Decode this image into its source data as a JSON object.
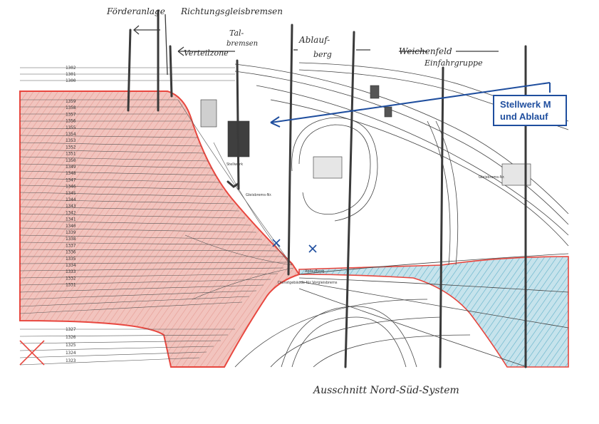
{
  "annotations": {
    "foerderanlage": "Förderanlage",
    "richtungsgleisbremsen": "Richtungsgleisbremsen",
    "verteilzone": "Verteilzone",
    "talbremsen_1": "Tal-",
    "talbremsen_2": "bremsen",
    "ablaufberg_1": "Ablauf-",
    "ablaufberg_2": "berg",
    "weichenfeld": "Weichenfeld",
    "einfahrgruppe": "Einfahrgruppe",
    "ausschnitt": "Ausschnitt Nord-Süd-System"
  },
  "callout": {
    "line1": "Stellwerk M",
    "line2": "und Ablauf"
  },
  "plan_labels": {
    "stellwerk_building": "Stellwerk",
    "gleisbremse_1": "Gleisbrems-Nr.",
    "gleisbremse_2": "Gleisbrems-Nr.",
    "ablaufberg": "Ablaufberg",
    "dienstgebaeude": "Dienstgebäude für Vorgleisbrems"
  },
  "track_numbers": [
    "1302",
    "1301",
    "1300",
    "1359",
    "1358",
    "1357",
    "1356",
    "1355",
    "1354",
    "1353",
    "1352",
    "1351",
    "1350",
    "1349",
    "1348",
    "1347",
    "1346",
    "1345",
    "1344",
    "1343",
    "1342",
    "1341",
    "1340",
    "1339",
    "1338",
    "1337",
    "1336",
    "1335",
    "1334",
    "1333",
    "1332",
    "1331",
    "1327",
    "1326",
    "1325",
    "1324",
    "1323"
  ],
  "colors": {
    "pencil": "#3a3a3a",
    "red_zone": "#e8473f",
    "red_fill": "#f2c4be",
    "blue_zone": "#2f8fb0",
    "blue_fill": "#b9dbe6",
    "callout_blue": "#1f4e9e"
  }
}
